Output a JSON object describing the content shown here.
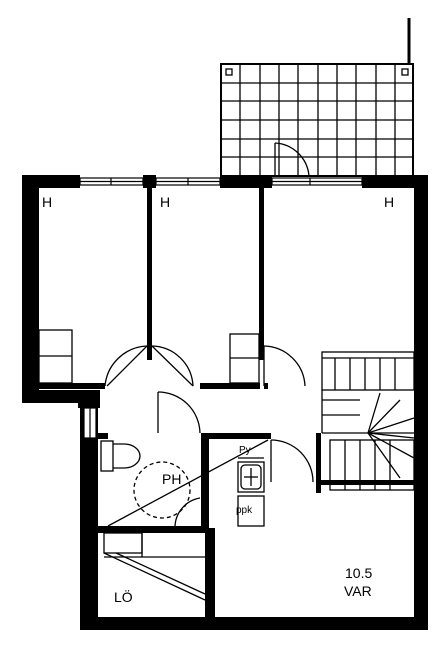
{
  "rooms": {
    "bedroom_1": "H",
    "bedroom_2": "H",
    "bedroom_3": "H",
    "bathroom": "PH",
    "dryer": "Py",
    "dishwasher": "ppk",
    "sauna": "LÖ",
    "storage_area": "10.5",
    "storage": "VAR"
  },
  "colors": {
    "wall": "#000000",
    "line": "#000000",
    "background": "#ffffff"
  }
}
